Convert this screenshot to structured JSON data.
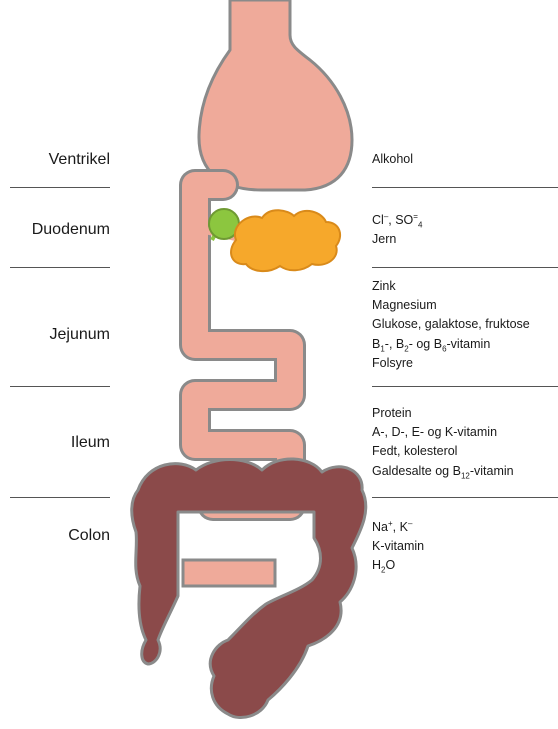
{
  "colors": {
    "gut": "#efaa9a",
    "gut_outline": "#8a8a8a",
    "colon": "#8b4a4a",
    "gallbladder": "#8cc63f",
    "pancreas": "#f6a82b"
  },
  "segments": [
    {
      "id": "ventrikel",
      "label": "Ventrikel"
    },
    {
      "id": "duodenum",
      "label": "Duodenum"
    },
    {
      "id": "jejunum",
      "label": "Jejunum"
    },
    {
      "id": "ileum",
      "label": "Ileum"
    },
    {
      "id": "colon",
      "label": "Colon"
    }
  ],
  "absorption": {
    "ventrikel": {
      "l1": "Alkohol"
    },
    "duodenum": {
      "cl": "Cl",
      "cl_sup": "–",
      "so": ", SO",
      "so_sup": "=",
      "so_sub": "4",
      "jern": "Jern"
    },
    "jejunum": {
      "zink": "Zink",
      "magnesium": "Magnesium",
      "sugars": "Glukose, galaktose, fruktose",
      "b_pre": "B",
      "b1": "1",
      "b_mid1": "-, B",
      "b2": "2",
      "b_mid2": "- og B",
      "b6": "6",
      "b_post": "-vitamin",
      "folsyre": "Folsyre"
    },
    "ileum": {
      "protein": "Protein",
      "vitamins": "A-, D-, E- og K-vitamin",
      "fedt": "Fedt, kolesterol",
      "gald_pre": "Galdesalte og B",
      "gald_sub": "12",
      "gald_post": "-vitamin"
    },
    "colon": {
      "na": "Na",
      "na_sup": "+",
      "k": ", K",
      "k_sup": "–",
      "kvit": "K-vitamin",
      "h": "H",
      "h_sub": "2",
      "o": "O"
    }
  }
}
